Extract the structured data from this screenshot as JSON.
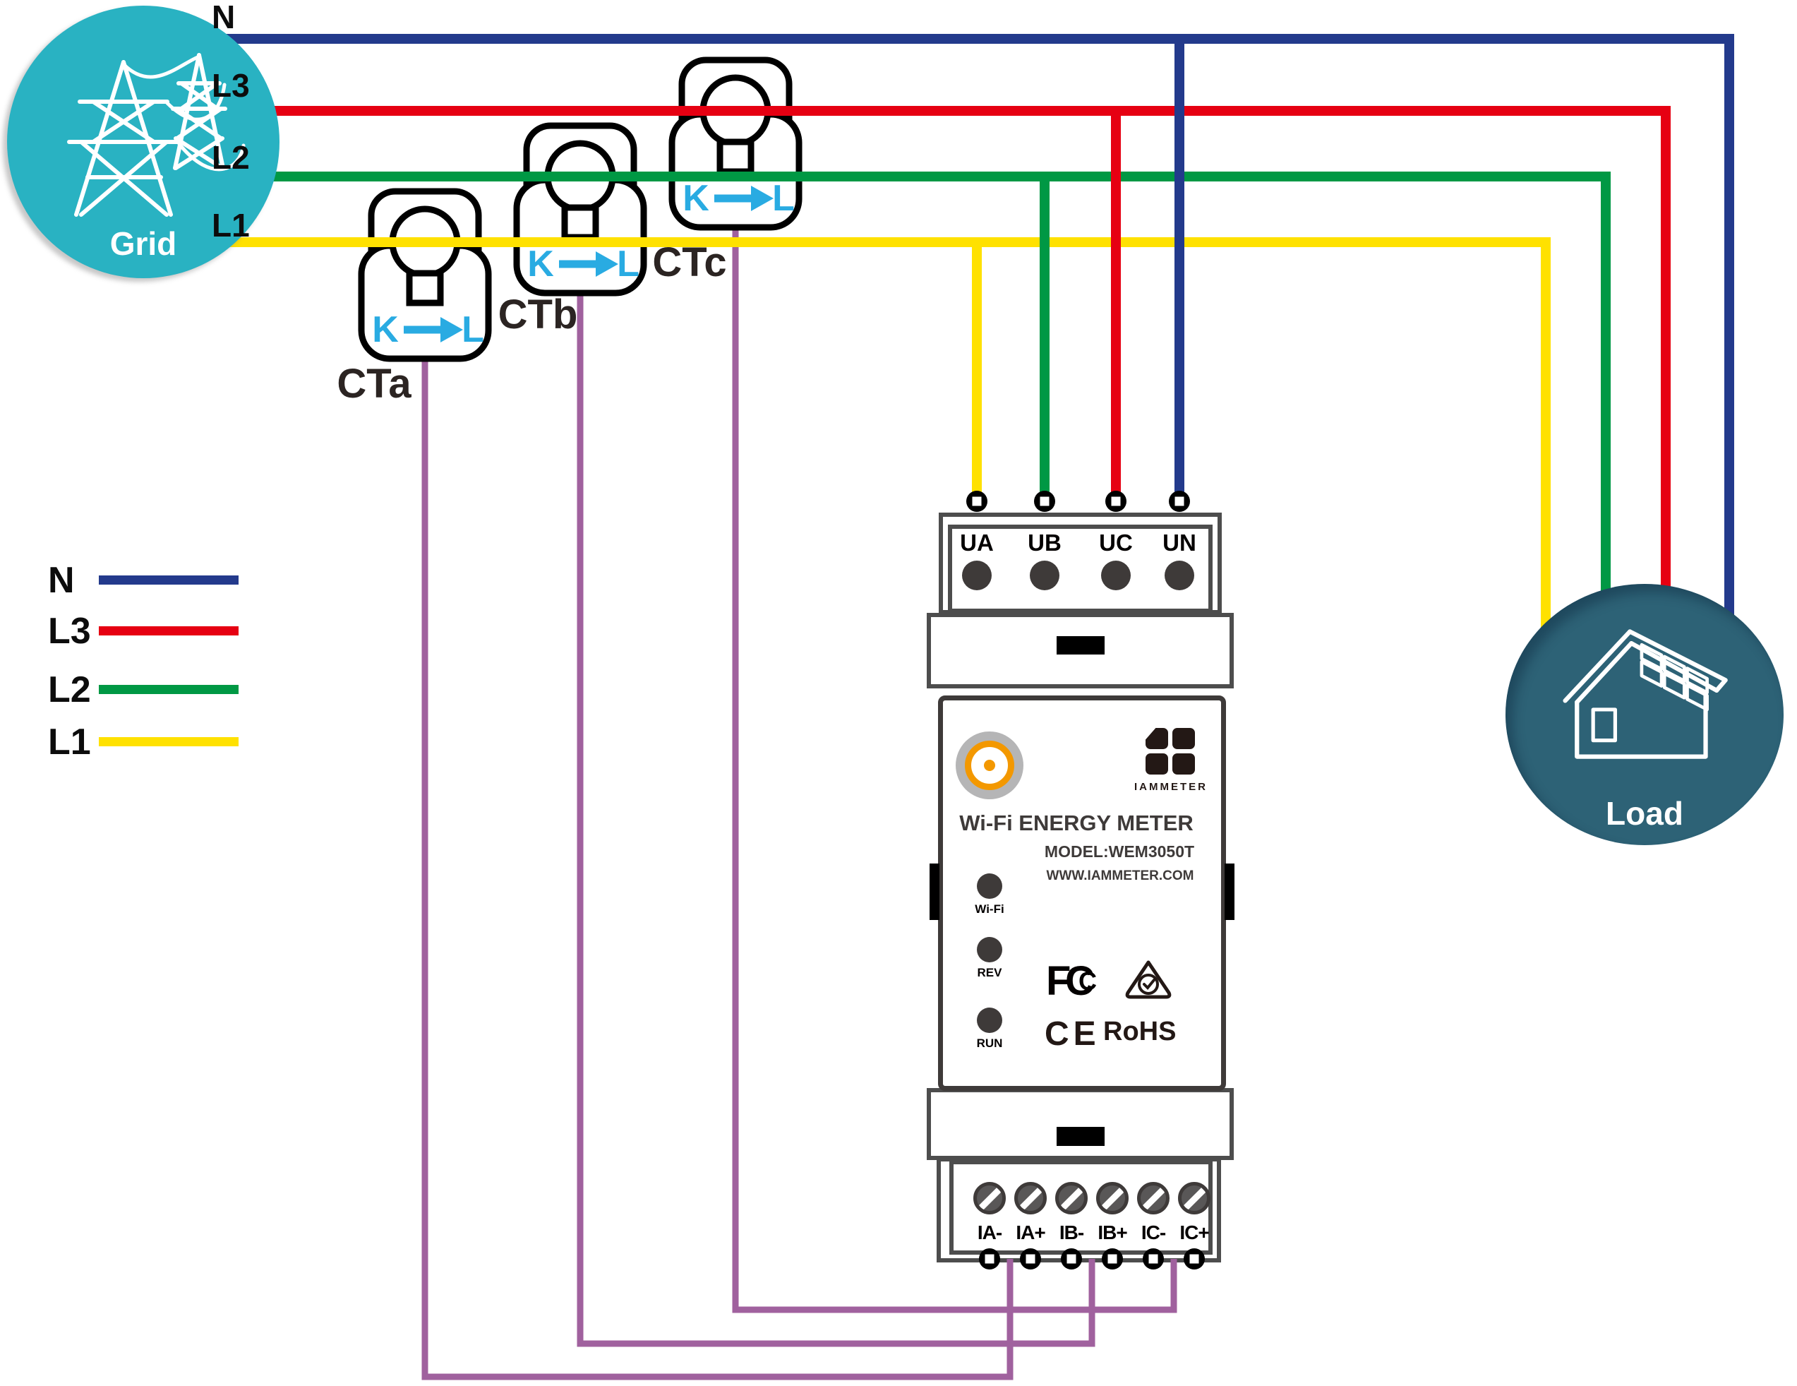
{
  "colors": {
    "wire_n": "#233a8c",
    "wire_l3": "#e60012",
    "wire_l2": "#009844",
    "wire_l1": "#ffe100",
    "ct_cable": "#a0619e",
    "ct_marking": "#29abe2",
    "grid_fill": "#29b2c2",
    "load_fill": "#2d6276",
    "outline_dark": "#3e3a39",
    "terminal_outline": "#4d4d4d",
    "screw_fill": "#595757",
    "antenna_ring": "#f39800"
  },
  "source": {
    "label": "Grid"
  },
  "sink": {
    "label": "Load"
  },
  "wire_labels": {
    "n": "N",
    "l3": "L3",
    "l2": "L2",
    "l1": "L1"
  },
  "legend": {
    "items": [
      {
        "label": "N",
        "color": "#233a8c"
      },
      {
        "label": "L3",
        "color": "#e60012"
      },
      {
        "label": "L2",
        "color": "#009844"
      },
      {
        "label": "L1",
        "color": "#ffe100"
      }
    ]
  },
  "cts": [
    {
      "name": "CTa",
      "k": "K",
      "l": "L"
    },
    {
      "name": "CTb",
      "k": "K",
      "l": "L"
    },
    {
      "name": "CTc",
      "k": "K",
      "l": "L"
    }
  ],
  "meter": {
    "brand": "IAMMETER",
    "title": "Wi-Fi ENERGY METER",
    "model": "MODEL:WEM3050T",
    "website": "WWW.IAMMETER.COM",
    "leds": [
      {
        "label": "Wi-Fi"
      },
      {
        "label": "REV"
      },
      {
        "label": "RUN"
      }
    ],
    "certs": {
      "fcc_main_f": "F",
      "fcc_c": "C",
      "fcc_inner": "C",
      "ce": "CE",
      "rohs": "RoHS"
    },
    "top_terminals": [
      "UA",
      "UB",
      "UC",
      "UN"
    ],
    "bottom_terminals": [
      "IA-",
      "IA+",
      "IB-",
      "IB+",
      "IC-",
      "IC+"
    ]
  }
}
